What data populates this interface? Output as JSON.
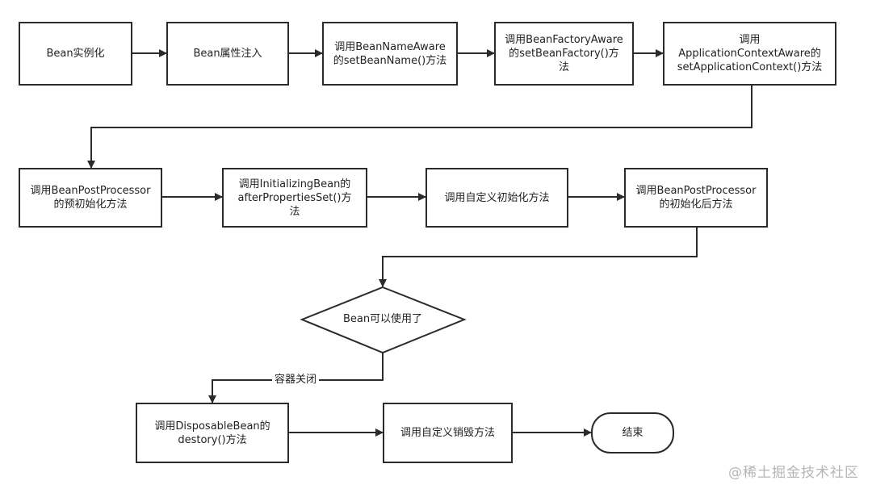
{
  "nodes": {
    "n1": "Bean实例化",
    "n2": "Bean属性注入",
    "n3": "调用BeanNameAware\n的setBeanName()方法",
    "n4": "调用BeanFactoryAware\n的setBeanFactory()方\n法",
    "n5": "调用\nApplicationContextAware的\nsetApplicationContext()方法",
    "n6": "调用BeanPostProcessor\n的预初始化方法",
    "n7": "调用InitializingBean的\nafterPropertiesSet()方\n法",
    "n8": "调用自定义初始化方法",
    "n9": "调用BeanPostProcessor\n的初始化后方法",
    "decision": "Bean可以使用了",
    "n10": "调用DisposableBean的\ndestory()方法",
    "n11": "调用自定义销毁方法",
    "end": "结束"
  },
  "edge_labels": {
    "close": "容器关闭"
  },
  "watermark": "@稀土掘金技术社区",
  "colors": {
    "stroke": "#2b2b2b",
    "background": "#ffffff",
    "watermark": "#b5b5b5"
  }
}
